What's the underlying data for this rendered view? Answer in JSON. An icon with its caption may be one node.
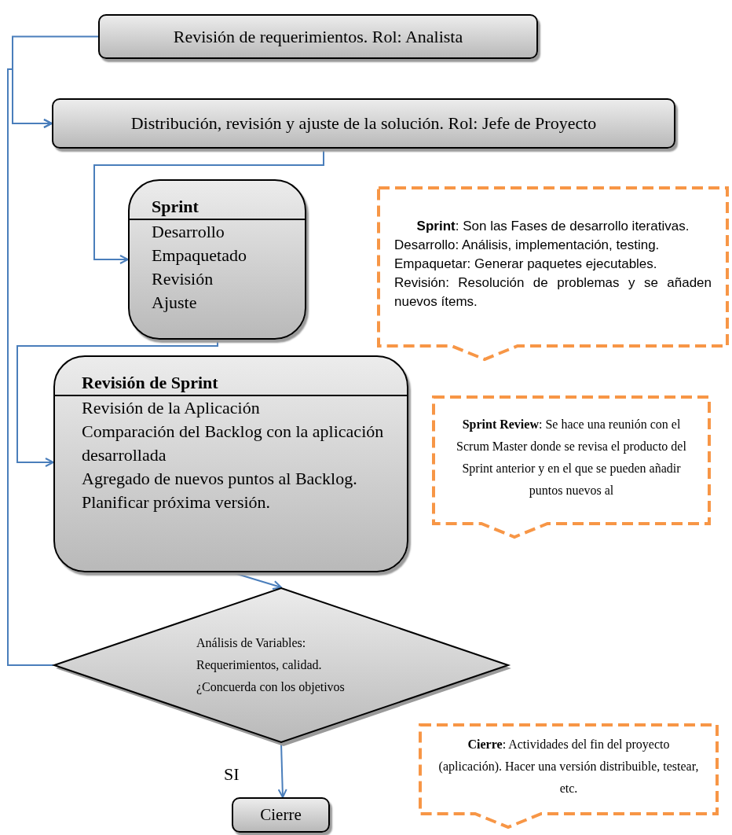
{
  "diagram": {
    "nodes": [
      {
        "text": [
          "Revisión de requerimientos. Rol: Analista"
        ]
      },
      {
        "text": [
          "Distribución, revisión y ajuste de la solución. Rol: Jefe de Proyecto"
        ]
      },
      {
        "text": [
          "Sprint",
          "Desarrollo",
          "Empaquetado",
          "Revisión",
          "Ajuste"
        ]
      },
      {
        "text": [
          "Revisión de Sprint",
          "Revisión de la Aplicación",
          "Comparación del Backlog con la aplicación desarrollada",
          "Agregado de nuevos puntos al Backlog.",
          "Planificar próxima versión."
        ]
      },
      {
        "text": [
          "Análisis de Variables: Requerimientos, calidad. ¿Concuerda con los objetivos"
        ]
      },
      {
        "text": [
          "Cierre"
        ]
      },
      {
        "text": [
          "**Sprint**: Son las Fases de desarrollo iterativas.",
          "Desarrollo: Análisis, implementación, testing.",
          "Empaquetar: Generar paquetes ejecutables.",
          "Revisión: Resolución de problemas y se añaden nuevos ítems."
        ]
      },
      {
        "text": [
          "**Sprint Review**: Se hace una reunión con el Scrum Master donde se revisa el producto del Sprint anterior y en el que se pueden añadir puntos nuevos al"
        ]
      },
      {
        "text": [
          "**Cierre**: Actividades del fin del proyecto (aplicación). Hacer una versión distribuible, testear, etc."
        ]
      }
    ],
    "edges": [
      {
        "from": 0,
        "to": 1,
        "arrow": "to"
      },
      {
        "from": 4,
        "to": 1,
        "arrow": "to"
      },
      {
        "from": 1,
        "to": 2,
        "arrow": "to"
      },
      {
        "from": 2,
        "to": 3,
        "arrow": "to"
      },
      {
        "from": 3,
        "to": 4,
        "arrow": "to"
      },
      {
        "from": 4,
        "to": 5,
        "arrow": "to",
        "label": "SI"
      }
    ]
  }
}
